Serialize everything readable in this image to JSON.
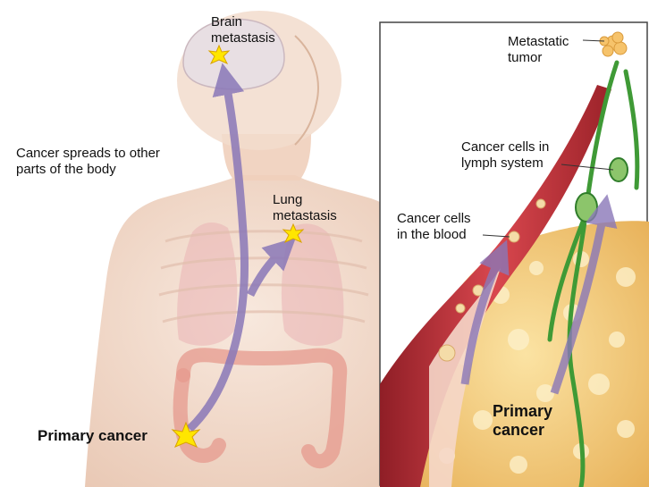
{
  "labels": {
    "brain": [
      "Brain",
      "metastasis"
    ],
    "spreads": [
      "Cancer spreads to other",
      "parts of the body"
    ],
    "lung": [
      "Lung",
      "metastasis"
    ],
    "primary_left": "Primary cancer",
    "metastatic_tumor": [
      "Metastatic",
      "tumor"
    ],
    "lymph": [
      "Cancer cells in",
      "lymph system"
    ],
    "blood": [
      "Cancer cells",
      "in the blood"
    ],
    "primary_right": [
      "Primary",
      "cancer"
    ]
  },
  "colors": {
    "skin": "#f3d9c8",
    "arrow": "#8a78b8",
    "vessel": "#c4323a",
    "lymph": "#3f9a36",
    "tumor": "#f2c46a",
    "star": "#ffe600"
  }
}
